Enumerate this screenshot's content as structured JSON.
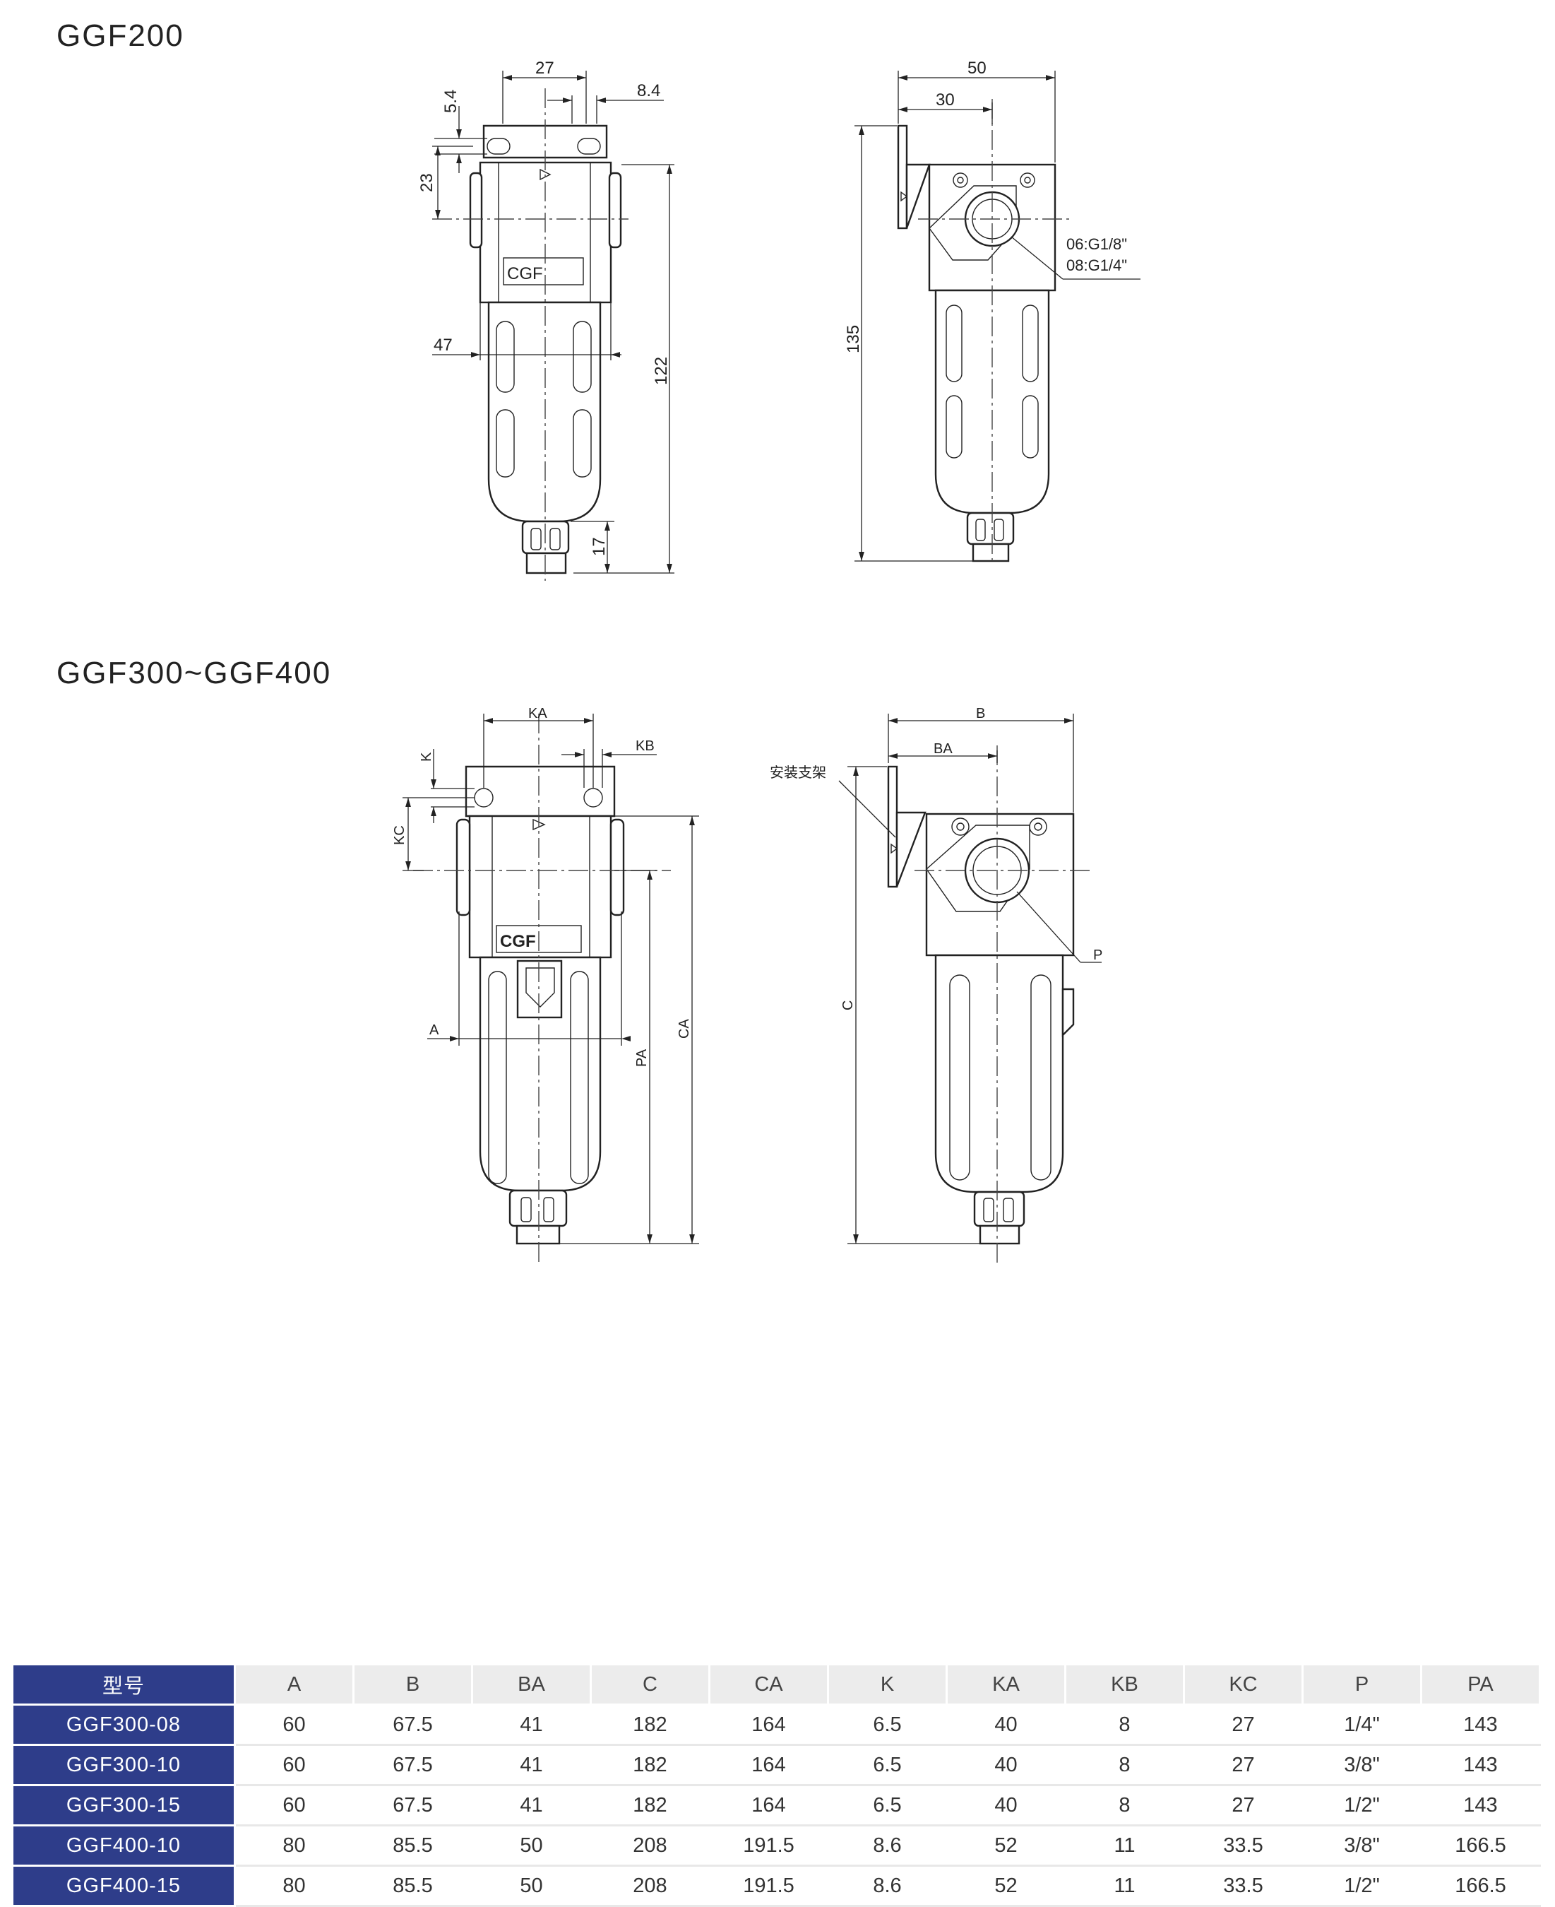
{
  "titles": {
    "top": "GGF200",
    "bottom": "GGF300~GGF400"
  },
  "ggf200": {
    "front_dims": {
      "width_top": "27",
      "hole_offset": "8.4",
      "hole_dia": "5.4",
      "port_height": "23",
      "body_width": "47",
      "height": "122",
      "drain": "17"
    },
    "side_dims": {
      "depth_total": "50",
      "depth_bracket": "30",
      "height": "135"
    },
    "port_note": [
      "06:G1/8\"",
      "08:G1/4\""
    ],
    "label": "CGF"
  },
  "ggf300": {
    "front_dims": {
      "ka": "KA",
      "kb": "KB",
      "k": "K",
      "kc": "KC",
      "a": "A",
      "pa": "PA",
      "ca": "CA"
    },
    "side_dims": {
      "b": "B",
      "ba": "BA",
      "c": "C",
      "p": "P",
      "bracket_note": "安装支架"
    },
    "label": "CGF"
  },
  "table": {
    "header": [
      "型号",
      "A",
      "B",
      "BA",
      "C",
      "CA",
      "K",
      "KA",
      "KB",
      "KC",
      "P",
      "PA"
    ],
    "rows": [
      [
        "GGF300-08",
        "60",
        "67.5",
        "41",
        "182",
        "164",
        "6.5",
        "40",
        "8",
        "27",
        "1/4\"",
        "143"
      ],
      [
        "GGF300-10",
        "60",
        "67.5",
        "41",
        "182",
        "164",
        "6.5",
        "40",
        "8",
        "27",
        "3/8\"",
        "143"
      ],
      [
        "GGF300-15",
        "60",
        "67.5",
        "41",
        "182",
        "164",
        "6.5",
        "40",
        "8",
        "27",
        "1/2\"",
        "143"
      ],
      [
        "GGF400-10",
        "80",
        "85.5",
        "50",
        "208",
        "191.5",
        "8.6",
        "52",
        "11",
        "33.5",
        "3/8\"",
        "166.5"
      ],
      [
        "GGF400-15",
        "80",
        "85.5",
        "50",
        "208",
        "191.5",
        "8.6",
        "52",
        "11",
        "33.5",
        "1/2\"",
        "166.5"
      ]
    ]
  }
}
